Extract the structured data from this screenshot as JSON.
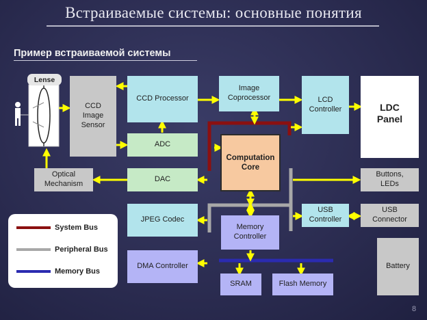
{
  "title": "Встраиваемые системы: основные понятия",
  "subtitle": "Пример встраиваемой системы",
  "page_number": "8",
  "lense_label": "Lense",
  "blocks": {
    "ccd_sensor": "CCD\nImage\nSensor",
    "ccd_processor": "CCD Processor",
    "image_coprocessor": "Image\nCoprocessor",
    "lcd_controller": "LCD\nController",
    "ldc_panel": "LDC\nPanel",
    "adc": "ADC",
    "dac": "DAC",
    "computation_core": "Computation\nCore",
    "optical_mechanism": "Optical\nMechanism",
    "buttons_leds": "Buttons,\nLEDs",
    "jpeg_codec": "JPEG Codec",
    "memory_controller": "Memory\nController",
    "usb_controller": "USB\nController",
    "usb_connector": "USB\nConnector",
    "dma_controller": "DMA Controller",
    "sram": "SRAM",
    "flash_memory": "Flash Memory",
    "battery": "Battery"
  },
  "legend": {
    "system_bus": "System Bus",
    "peripheral_bus": "Peripheral Bus",
    "memory_bus": "Memory Bus"
  },
  "colors": {
    "system_bus": "#8b1010",
    "peripheral_bus": "#a8a8a8",
    "memory_bus": "#2b2bb0",
    "arrow": "#ffff00"
  }
}
